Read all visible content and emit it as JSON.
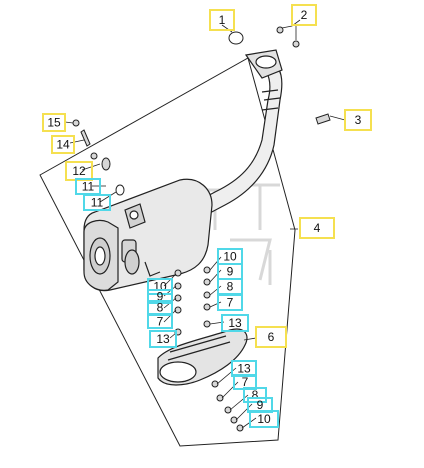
{
  "colors": {
    "yellow_box": "#f5e050",
    "cyan_box": "#50d8e8",
    "line": "#222222",
    "part_fill": "#e9e9e9",
    "watermark": "#d8d8d8"
  },
  "callouts": [
    {
      "id": "c1",
      "label": "1",
      "box": "yellow"
    },
    {
      "id": "c2",
      "label": "2",
      "box": "yellow"
    },
    {
      "id": "c3",
      "label": "3",
      "box": "yellow"
    },
    {
      "id": "c4",
      "label": "4",
      "box": "yellow"
    },
    {
      "id": "c6",
      "label": "6",
      "box": "yellow"
    },
    {
      "id": "c15",
      "label": "15",
      "box": "yellow"
    },
    {
      "id": "c14",
      "label": "14",
      "box": "yellow"
    },
    {
      "id": "c12",
      "label": "12",
      "box": "yellow"
    },
    {
      "id": "c11a",
      "label": "11",
      "box": "cyan"
    },
    {
      "id": "c11b",
      "label": "11",
      "box": "cyan"
    },
    {
      "id": "cR10",
      "label": "10",
      "box": "cyan"
    },
    {
      "id": "cR9",
      "label": "9",
      "box": "cyan"
    },
    {
      "id": "cR8",
      "label": "8",
      "box": "cyan"
    },
    {
      "id": "cR7",
      "label": "7",
      "box": "cyan"
    },
    {
      "id": "cR13",
      "label": "13",
      "box": "cyan"
    },
    {
      "id": "cL10",
      "label": "10",
      "box": "cyan"
    },
    {
      "id": "cL9",
      "label": "9",
      "box": "cyan"
    },
    {
      "id": "cL8",
      "label": "8",
      "box": "cyan"
    },
    {
      "id": "cL7",
      "label": "7",
      "box": "cyan"
    },
    {
      "id": "cL13",
      "label": "13",
      "box": "cyan"
    },
    {
      "id": "cB13",
      "label": "13",
      "box": "cyan"
    },
    {
      "id": "cB7",
      "label": "7",
      "box": "cyan"
    },
    {
      "id": "cB8",
      "label": "8",
      "box": "cyan"
    },
    {
      "id": "cB9",
      "label": "9",
      "box": "cyan"
    },
    {
      "id": "cB10",
      "label": "10",
      "box": "cyan"
    }
  ]
}
